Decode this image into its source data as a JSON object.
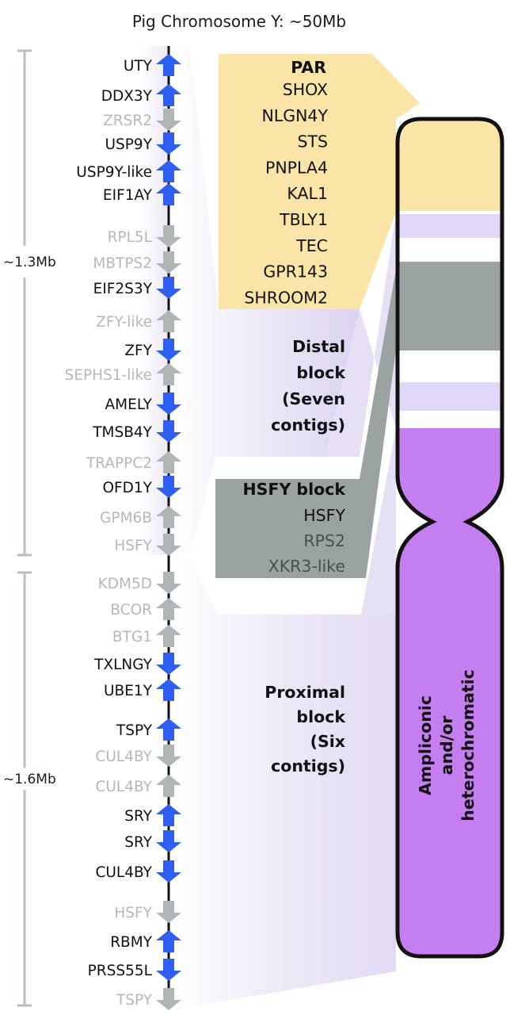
{
  "title": "Pig Chromosome Y: ~50Mb",
  "colors": {
    "active_gene": "#111111",
    "inactive_gene": "#b3b9bb",
    "arrow_blue": "#2f5ff0",
    "arrow_gray": "#b0b5b7",
    "par": "#fae4a8",
    "distal": "#dcd3f1",
    "proximal": "#e6e0f4",
    "hsfy_block": "#9aa2a2",
    "ampliconic": "#c47ef0",
    "band_light": "#e1d7f6",
    "band_gray": "#9aa2a2"
  },
  "scale_bars": [
    {
      "label": "~1.3Mb"
    },
    {
      "label": "~1.6Mb"
    }
  ],
  "genes": [
    {
      "name": "UTY",
      "dir": "up",
      "active": true
    },
    {
      "name": "DDX3Y",
      "dir": "up",
      "active": true
    },
    {
      "name": "ZRSR2",
      "dir": "down",
      "active": false
    },
    {
      "name": "USP9Y",
      "dir": "down",
      "active": true
    },
    {
      "name": "USP9Y-like",
      "dir": "up",
      "active": true
    },
    {
      "name": "EIF1AY",
      "dir": "up",
      "active": true
    },
    {
      "name": "RPL5L",
      "dir": "down",
      "active": false
    },
    {
      "name": "MBTPS2",
      "dir": "down",
      "active": false
    },
    {
      "name": "EIF2S3Y",
      "dir": "down",
      "active": true
    },
    {
      "name": "ZFY-like",
      "dir": "up",
      "active": false
    },
    {
      "name": "ZFY",
      "dir": "down",
      "active": true
    },
    {
      "name": "SEPHS1-like",
      "dir": "up",
      "active": false
    },
    {
      "name": "AMELY",
      "dir": "down",
      "active": true
    },
    {
      "name": "TMSB4Y",
      "dir": "down",
      "active": true
    },
    {
      "name": "TRAPPC2",
      "dir": "up",
      "active": false
    },
    {
      "name": "OFD1Y",
      "dir": "down",
      "active": true
    },
    {
      "name": "GPM6B",
      "dir": "up",
      "active": false
    },
    {
      "name": "HSFY",
      "dir": "down",
      "active": false
    },
    {
      "name": "KDM5D",
      "dir": "down",
      "active": false
    },
    {
      "name": "BCOR",
      "dir": "up",
      "active": false
    },
    {
      "name": "BTG1",
      "dir": "up",
      "active": false
    },
    {
      "name": "TXLNGY",
      "dir": "down",
      "active": true
    },
    {
      "name": "UBE1Y",
      "dir": "up",
      "active": true
    },
    {
      "name": "TSPY",
      "dir": "up",
      "active": true
    },
    {
      "name": "CUL4BY",
      "dir": "down",
      "active": false
    },
    {
      "name": "CUL4BY",
      "dir": "up",
      "active": false
    },
    {
      "name": "SRY",
      "dir": "up",
      "active": true
    },
    {
      "name": "SRY",
      "dir": "down",
      "active": true
    },
    {
      "name": "CUL4BY",
      "dir": "down",
      "active": true
    },
    {
      "name": "HSFY",
      "dir": "down",
      "active": false
    },
    {
      "name": "RBMY",
      "dir": "up",
      "active": true
    },
    {
      "name": "PRSS55L",
      "dir": "down",
      "active": true
    },
    {
      "name": "TSPY",
      "dir": "down",
      "active": false
    }
  ],
  "par_block": {
    "heading": "PAR",
    "genes": [
      "SHOX",
      "NLGN4Y",
      "STS",
      "PNPLA4",
      "KAL1",
      "TBLY1",
      "TEC",
      "GPR143",
      "SHROOM2"
    ]
  },
  "distal_block": {
    "lines": [
      "Distal",
      "block",
      "(Seven",
      "contigs)"
    ]
  },
  "hsfy_block": {
    "heading": "HSFY block",
    "genes": [
      {
        "name": "HSFY",
        "active": true
      },
      {
        "name": "RPS2",
        "active": false
      },
      {
        "name": "XKR3-like",
        "active": false
      }
    ]
  },
  "proximal_block": {
    "lines": [
      "Proximal",
      "block",
      "(Six",
      "contigs)"
    ]
  },
  "chromosome_label": [
    "Ampliconic",
    "and/or",
    "heterochromatic"
  ]
}
